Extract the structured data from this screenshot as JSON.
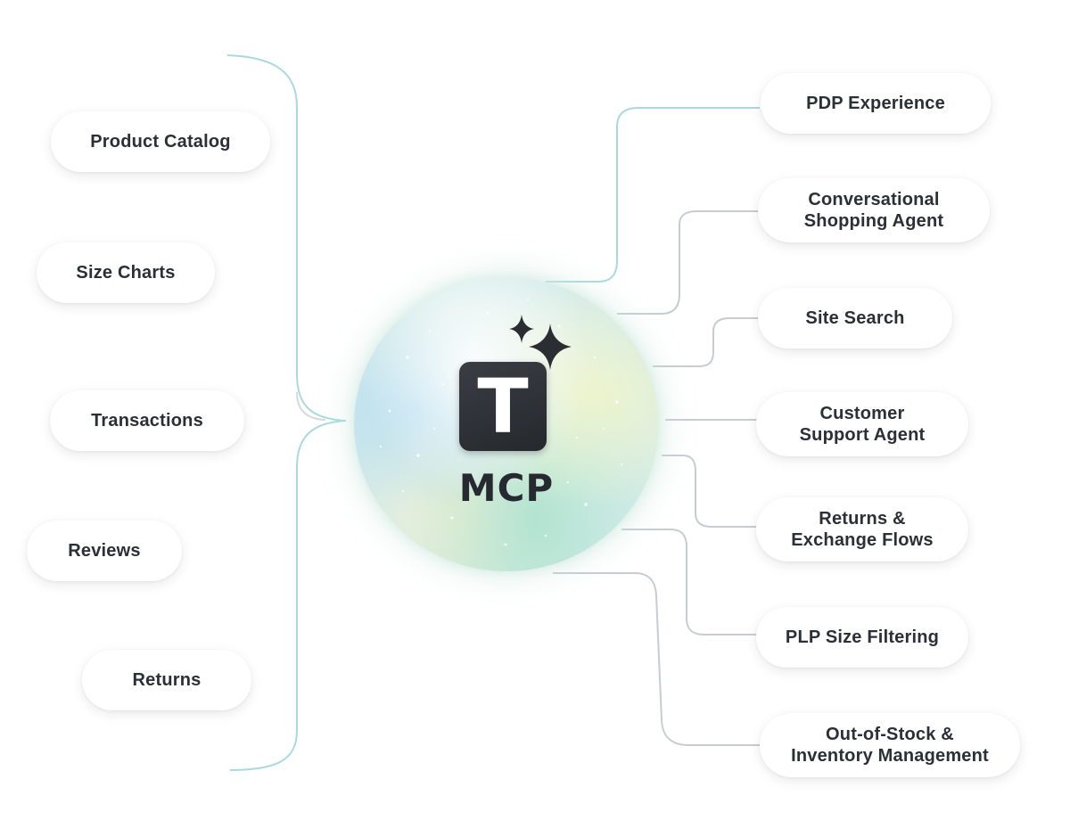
{
  "hub": {
    "logo_letter": "T",
    "title": "MCP",
    "sparkle_icon": "sparkle-icon"
  },
  "sources": [
    "Product Catalog",
    "Size Charts",
    "Transactions",
    "Reviews",
    "Returns"
  ],
  "outputs": [
    "PDP Experience",
    "Conversational\nShopping Agent",
    "Site Search",
    "Customer\nSupport Agent",
    "Returns &\nExchange Flows",
    "PLP Size Filtering",
    "Out-of-Stock &\nInventory Management"
  ],
  "colors": {
    "connector_teal": "#a9d9df",
    "connector_gray": "#c7ccd3",
    "text": "#2b2f36",
    "logo_tile": "#2a2d32"
  }
}
